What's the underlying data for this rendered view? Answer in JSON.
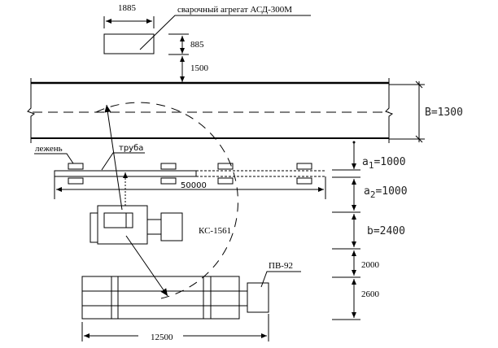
{
  "labels": {
    "welder": "сварочный агрегат АСД-300М",
    "skid": "лежень",
    "pipe": "труба",
    "crane": "КС-1561",
    "pipelayer": "ПВ-92"
  },
  "dimensions": {
    "welder_width": "1885",
    "welder_depth": "885",
    "welder_offset": "1500",
    "road_width": "B=1300",
    "a1_name": "a",
    "a1_sub": "1",
    "a1_value": "=1000",
    "a2_name": "a",
    "a2_sub": "2",
    "a2_value": "=1000",
    "b": "b=2400",
    "d2000": "2000",
    "d2600": "2600",
    "pipe_length": "50000",
    "pipelayer_length": "12500"
  }
}
